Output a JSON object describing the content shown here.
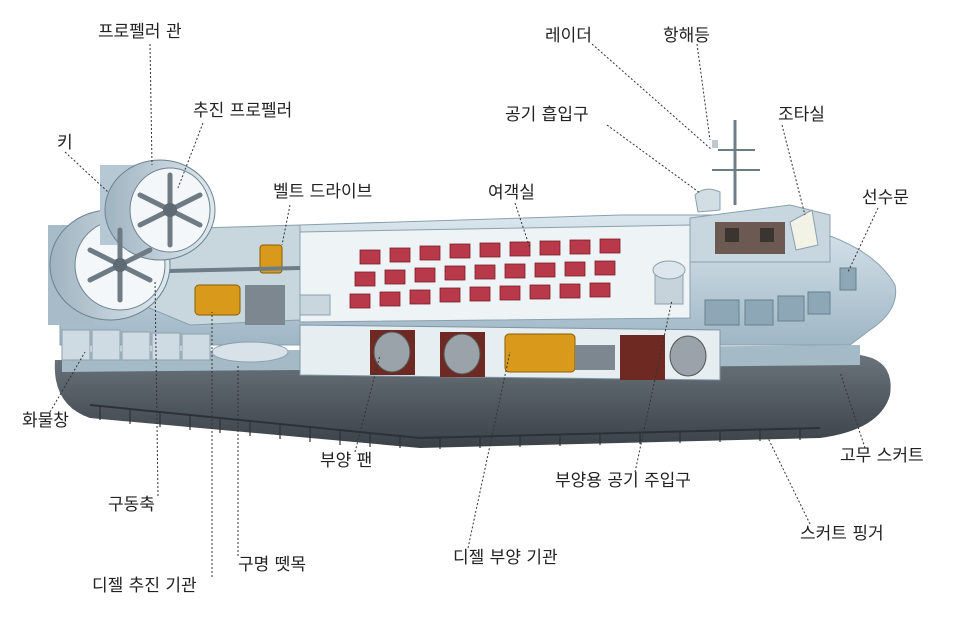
{
  "labels": {
    "propeller_duct": "프로펠러 관",
    "thrust_propeller": "추진 프로펠러",
    "rudder": "키",
    "belt_drive": "벨트 드라이브",
    "cabin": "여객실",
    "radar": "레이더",
    "nav_light": "항해등",
    "air_intake": "공기 흡입구",
    "wheelhouse": "조타실",
    "bow_door": "선수문",
    "cargo_hold": "화물창",
    "drive_shaft": "구동축",
    "liferaft": "구명 뗏목",
    "diesel_propulsion_engine": "디젤 추진 기관",
    "lift_fan": "부양 팬",
    "lift_diesel_engine": "디젤 부양 기관",
    "lift_air_main_intake": "부양용 공기 주입구",
    "rubber_skirt": "고무 스커트",
    "skirt_finger": "스커트 핑거"
  },
  "colors": {
    "hull": "#b9ccd8",
    "skirt": "#4f5860",
    "seats": "#b8394a",
    "engine": "#d99a1c",
    "interior": "#6e2a22",
    "leader": "#333333"
  }
}
